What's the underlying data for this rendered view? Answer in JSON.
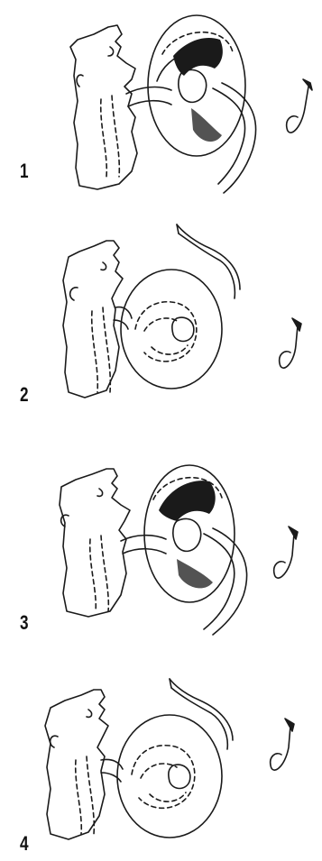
{
  "figure": {
    "panels": [
      {
        "label": "1",
        "view": "cut-open"
      },
      {
        "label": "2",
        "view": "closed"
      },
      {
        "label": "3",
        "view": "cut-open"
      },
      {
        "label": "4",
        "view": "closed"
      }
    ]
  },
  "colors": {
    "ink": "#1a1a1a",
    "paper": "#ffffff"
  }
}
